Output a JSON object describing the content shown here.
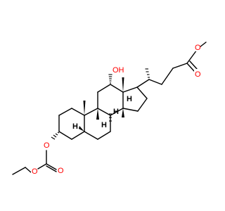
{
  "molecule": {
    "atom_colors": {
      "O": "#ff0000",
      "H": "#000000"
    },
    "labels": {
      "hydroxyl": "OH",
      "ester_oxygen": "O",
      "carbonyl_oxygen": "O",
      "carbonate_oxygen_ring": "O",
      "carbonate_oxygen_ethyl": "O",
      "carbonate_carbonyl_oxygen": "O",
      "h_c5": "H",
      "h_c8": "H",
      "h_c9": "H",
      "h_c14": "H"
    }
  }
}
